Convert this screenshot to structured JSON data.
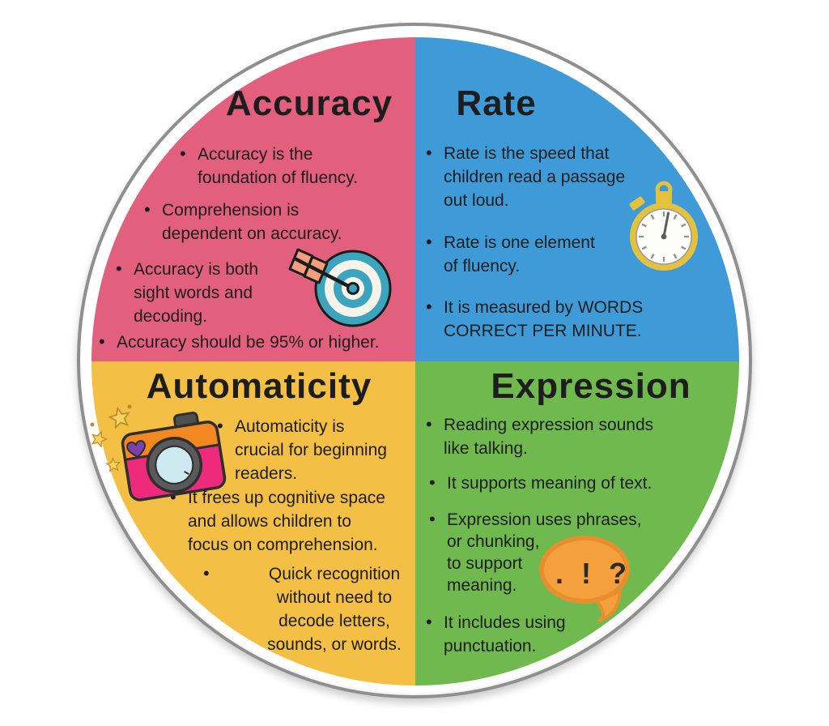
{
  "page": {
    "background": "#ffffff",
    "ring_color": "#8f8f8f",
    "text_color": "#1d1d1d"
  },
  "wheel": {
    "quadrants": [
      {
        "id": "accuracy",
        "title": "Accuracy",
        "color": "#e25f7d",
        "bullets": [
          "Accuracy is the\nfoundation of fluency.",
          "Comprehension is\ndependent on accuracy.",
          "Accuracy is both\nsight words and\ndecoding.",
          "Accuracy should be 95% or higher."
        ]
      },
      {
        "id": "rate",
        "title": "Rate",
        "color": "#3f9bd8",
        "bullets": [
          "Rate is the speed that\nchildren read a passage\nout loud.",
          "Rate is one element\nof fluency.",
          "It is measured by WORDS\nCORRECT PER MINUTE."
        ]
      },
      {
        "id": "automaticity",
        "title": "Automaticity",
        "color": "#f3bf45",
        "bullets": [
          "Automaticity is\ncrucial for beginning\nreaders.",
          "It frees up cognitive space\nand allows children to\nfocus on comprehension.",
          "Quick recognition\nwithout need to\ndecode letters,\nsounds, or words."
        ]
      },
      {
        "id": "expression",
        "title": "Expression",
        "color": "#6fb94e",
        "bullets": [
          "Reading expression sounds\nlike talking.",
          "It supports meaning of text.",
          "Expression uses phrases,\nor chunking,\nto support\nmeaning.",
          "It includes using\npunctuation."
        ]
      }
    ]
  },
  "icons": {
    "target": {
      "name": "target-icon",
      "ring": "#3ca4bd",
      "ring_light": "#f6f3e9",
      "fletching": "#f59e7d",
      "shaft": "#1c1c1c"
    },
    "stopwatch": {
      "name": "stopwatch-icon",
      "case": "#e5c23d",
      "face": "#fdfdfb",
      "ticks": "#8f8f8f",
      "hand": "#5c5c5c"
    },
    "camera": {
      "name": "camera-icon",
      "body": "#ee2a7b",
      "top": "#f18822",
      "lens": "#5a5a5a",
      "glass": "#cfe9f1",
      "heart": "#7d41ad",
      "stars": "#f6d35e"
    },
    "speech_bubble": {
      "name": "speech-bubble-icon",
      "fill": "#f5a03c",
      "stroke": "#e78f2e",
      "text": ". ! ?"
    }
  }
}
